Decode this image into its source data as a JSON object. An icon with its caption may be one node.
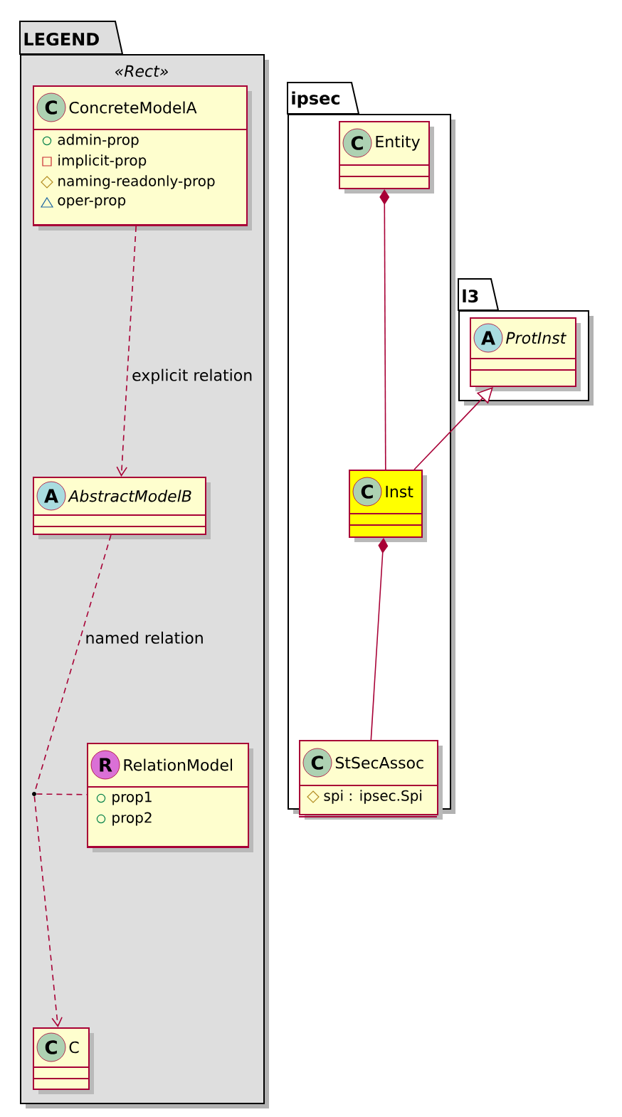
{
  "diagram": {
    "nodes": [
      {
        "text": [
          "LEGEND",
          "«Rect»"
        ]
      },
      {
        "text": [
          "C",
          "ConcreteModelA",
          "admin-prop",
          "implicit-prop",
          "naming-readonly-prop",
          "oper-prop"
        ],
        "in": 0
      },
      {
        "text": [
          "A",
          "AbstractModelB"
        ],
        "in": 0
      },
      {
        "text": [],
        "shape": "circle",
        "in": 0
      },
      {
        "text": [
          "R",
          "RelationModel",
          "prop1",
          "prop2"
        ],
        "in": 0
      },
      {
        "text": [
          "C",
          "C"
        ],
        "in": 0
      },
      {
        "text": [
          "ipsec"
        ]
      },
      {
        "text": [
          "C",
          "Entity"
        ],
        "in": 6
      },
      {
        "text": [
          "C",
          "Inst"
        ],
        "in": 6
      },
      {
        "text": [
          "C",
          "StSecAssoc",
          "spi : ipsec.Spi"
        ],
        "in": 6
      },
      {
        "text": [
          "l3"
        ]
      },
      {
        "text": [
          "A",
          "ProtInst"
        ],
        "in": 10
      }
    ],
    "edges": [
      {
        "from": 1,
        "to": 2,
        "arrow": "to",
        "style": "dashed",
        "label": "explicit relation"
      },
      {
        "from": 2,
        "to": 3,
        "arrow": "none",
        "style": "dashed",
        "label": "named relation"
      },
      {
        "from": 3,
        "to": 5,
        "arrow": "to",
        "style": "dashed"
      },
      {
        "from": 3,
        "to": 4,
        "arrow": "none",
        "style": "dashed"
      },
      {
        "from": 7,
        "to": 8,
        "arrow": "other"
      },
      {
        "from": 8,
        "to": 11,
        "arrow": "to"
      },
      {
        "from": 8,
        "to": 9,
        "arrow": "other"
      }
    ]
  }
}
